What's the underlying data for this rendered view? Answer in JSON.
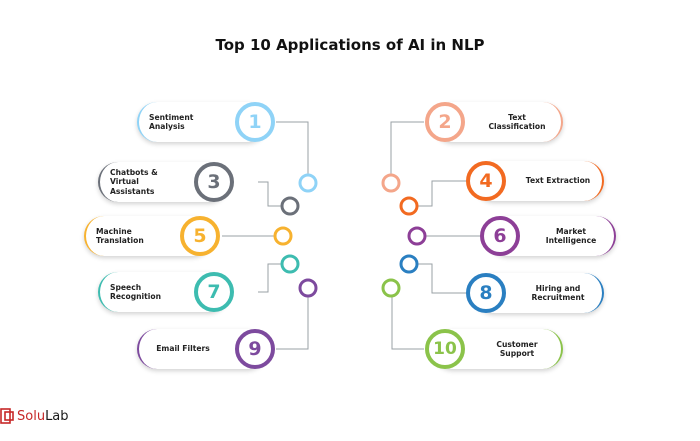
{
  "title": "Top 10 Applications of AI in NLP",
  "items": [
    {
      "num": "1",
      "label": "Sentiment Analysis",
      "color": "#8fd3f7"
    },
    {
      "num": "2",
      "label": "Text Classification",
      "color": "#f4a68a"
    },
    {
      "num": "3",
      "label": "Chatbots & Virtual Assistants",
      "color": "#6b7079"
    },
    {
      "num": "4",
      "label": "Text Extraction",
      "color": "#f26a21"
    },
    {
      "num": "5",
      "label": "Machine Translation",
      "color": "#f7b22f"
    },
    {
      "num": "6",
      "label": "Market Intelligence",
      "color": "#8d3f97"
    },
    {
      "num": "7",
      "label": "Speech Recognition",
      "color": "#3dbcb0"
    },
    {
      "num": "8",
      "label": "Hiring and Recruitment",
      "color": "#2a7fc1"
    },
    {
      "num": "9",
      "label": "Email Filters",
      "color": "#7d4a9e"
    },
    {
      "num": "10",
      "label": "Customer Support",
      "color": "#8bc34a"
    }
  ],
  "logo": {
    "text_red": "Solu",
    "text_dark": "Lab",
    "brand_color": "#c62828"
  }
}
